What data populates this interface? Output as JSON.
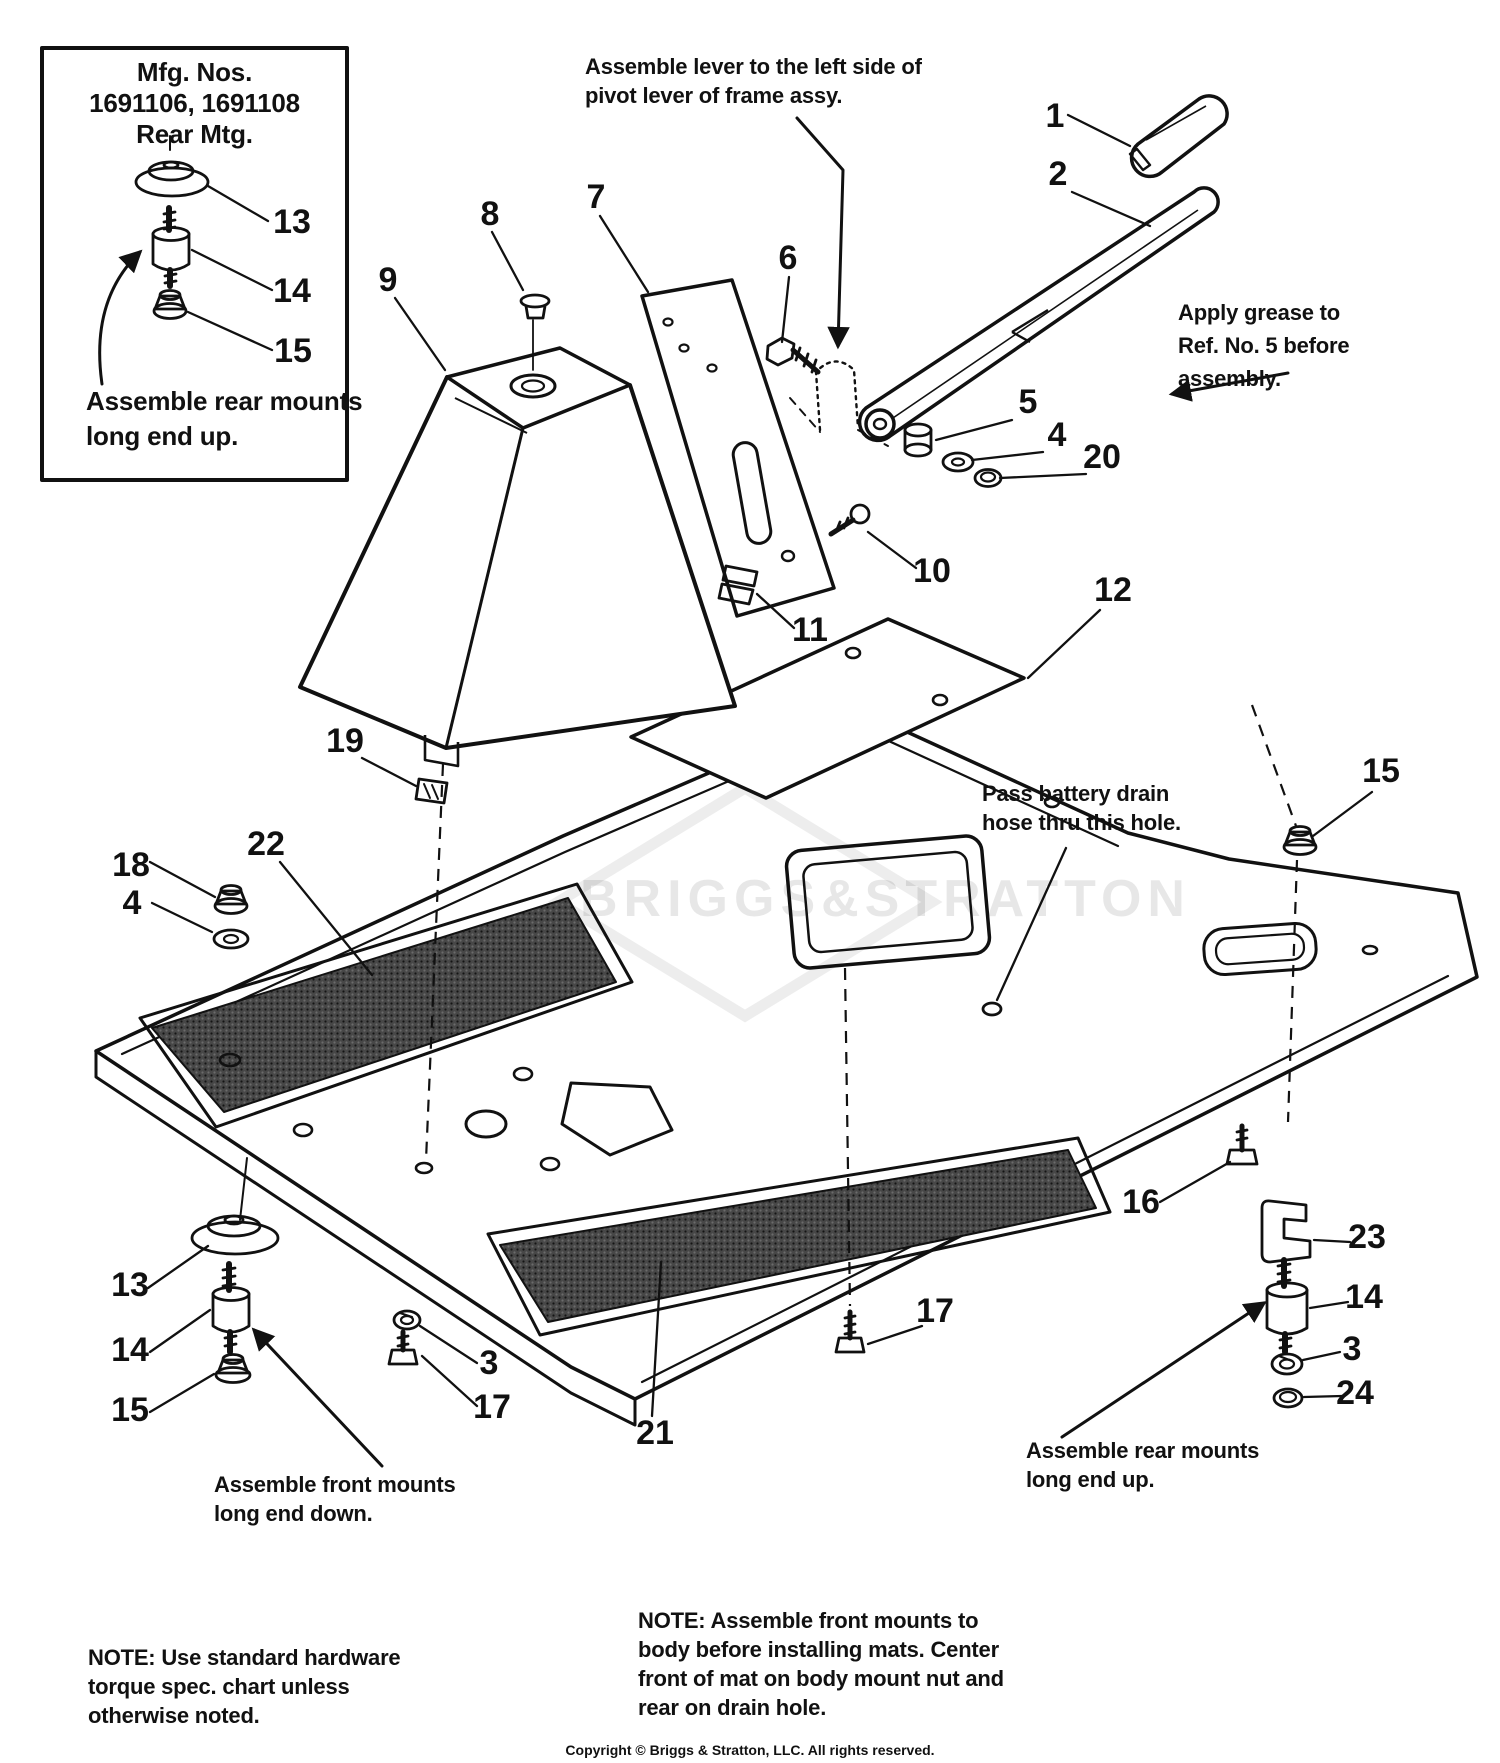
{
  "colors": {
    "ink": "#111111",
    "paper": "#ffffff",
    "mat_fill": "#3c3c3c",
    "watermark": "#000000"
  },
  "inset_box": {
    "title_lines": [
      "Mfg. Nos.",
      "1691106, 1691108",
      "Rear Mtg."
    ],
    "caption_lines": [
      "Assemble rear mounts",
      "long end up."
    ],
    "labels": {
      "grommet": "13",
      "mount": "14",
      "nut": "15"
    }
  },
  "annotations": {
    "lever_note": [
      "Assemble lever to the left side of",
      "pivot lever of frame assy."
    ],
    "grease_note": [
      "Apply grease to",
      "Ref. No. 5 before",
      "assembly."
    ],
    "battery_note": [
      "Pass battery drain",
      "hose thru this hole."
    ],
    "front_mounts_note": [
      "Assemble front mounts",
      "long end down."
    ],
    "rear_mounts_note": [
      "Assemble rear mounts",
      "long end up."
    ],
    "torque_note": [
      "NOTE: Use standard hardware",
      "torque spec. chart unless",
      "otherwise noted."
    ],
    "mats_note": [
      "NOTE: Assemble front mounts to",
      "body before installing mats. Center",
      "front of mat on body mount nut and",
      "rear on drain hole."
    ],
    "copyright": "Copyright © Briggs & Stratton, LLC. All rights reserved."
  },
  "watermark": {
    "text": "BRIGGS&STRATTON"
  },
  "callouts": {
    "c_grip": "1",
    "c_lever": "2",
    "c_bolt6": "6",
    "c_plate": "7",
    "c_plug": "8",
    "c_cone": "9",
    "c_spacer": "5",
    "c_washer4r": "4",
    "c_nut20": "20",
    "c_screw10": "10",
    "c_clip11": "11",
    "c_mat12": "12",
    "c_clip19": "19",
    "c_nut18": "18",
    "c_washer4l": "4",
    "c_mat22": "22",
    "c_nut15r": "15",
    "c_bolt16": "16",
    "c_clip23": "23",
    "c_mount14r": "14",
    "c_washer3r": "3",
    "c_nut24": "24",
    "c_bolt17c": "17",
    "c_mat21": "21",
    "c_grommet13l": "13",
    "c_mount14l": "14",
    "c_nut15l": "15",
    "c_washer3l": "3",
    "c_bolt17l": "17"
  }
}
